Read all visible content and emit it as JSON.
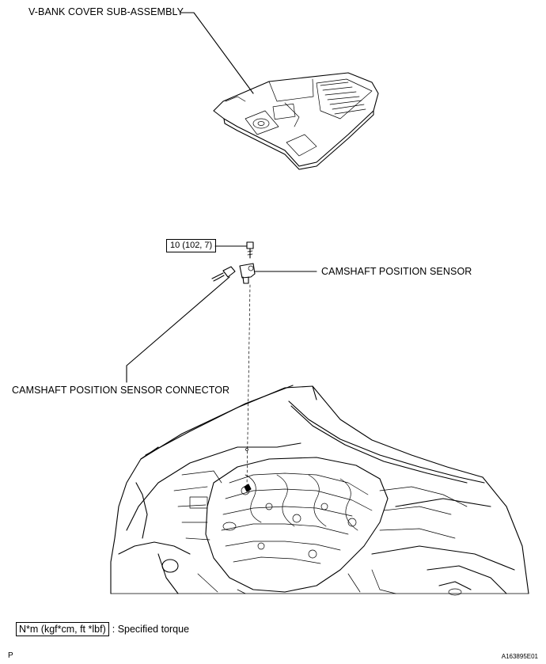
{
  "labels": {
    "vbank_cover": "V-BANK COVER SUB-ASSEMBLY",
    "torque_value": "10 (102, 7)",
    "cam_sensor": "CAMSHAFT POSITION SENSOR",
    "cam_sensor_connector": "CAMSHAFT POSITION SENSOR CONNECTOR"
  },
  "legend": {
    "unit": "N*m (kgf*cm, ft *lbf)",
    "text": ": Specified torque"
  },
  "footer": {
    "left": "P",
    "right": "A163895E01"
  }
}
